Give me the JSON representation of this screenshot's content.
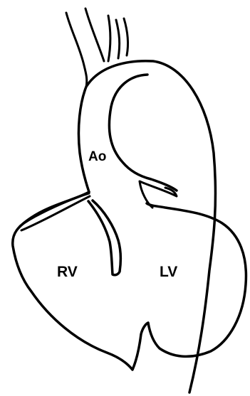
{
  "labels": {
    "aorta": "Ao",
    "right_ventricle": "RV",
    "left_ventricle": "LV"
  },
  "colors": {
    "ink": "#000000",
    "background": "#ffffff"
  }
}
